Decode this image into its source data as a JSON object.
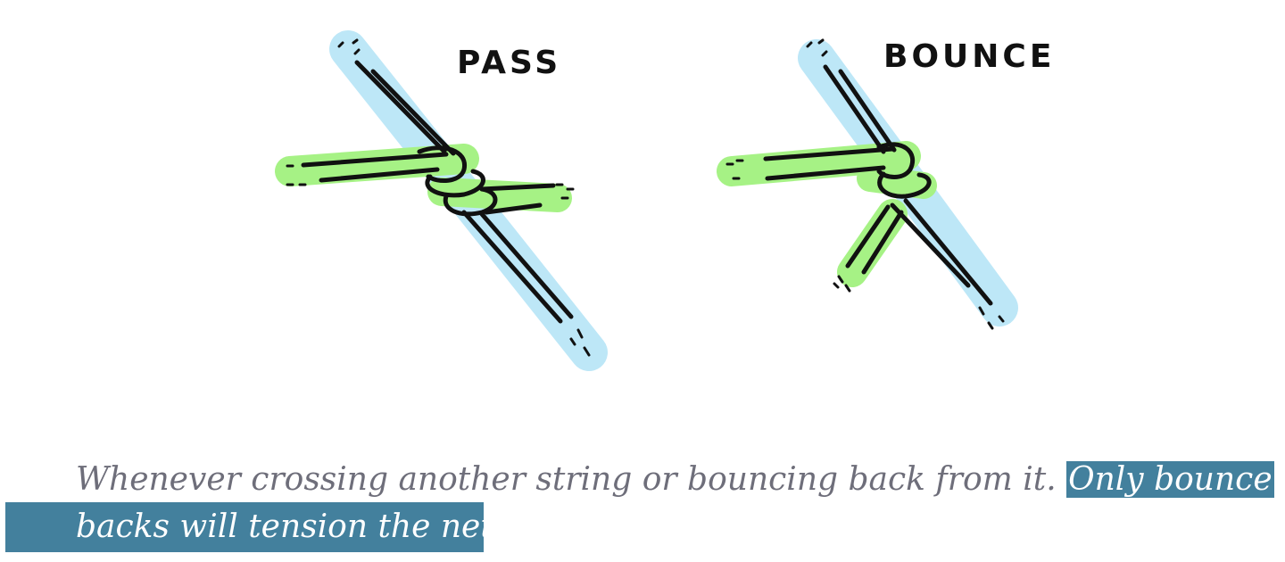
{
  "labels": {
    "pass": "PASS",
    "bounce": "BOUNCE"
  },
  "caption": {
    "plain": "Whenever crossing another string or bouncing back from it.",
    "highlight_line1": "Only bounce",
    "highlight_line2": "backs will tension the net!"
  },
  "colors": {
    "blue_string": "#bde7f7",
    "green_string": "#a6f285",
    "ink": "#111111",
    "highlight": "#43809d",
    "caption_text": "#6e6e7a"
  }
}
